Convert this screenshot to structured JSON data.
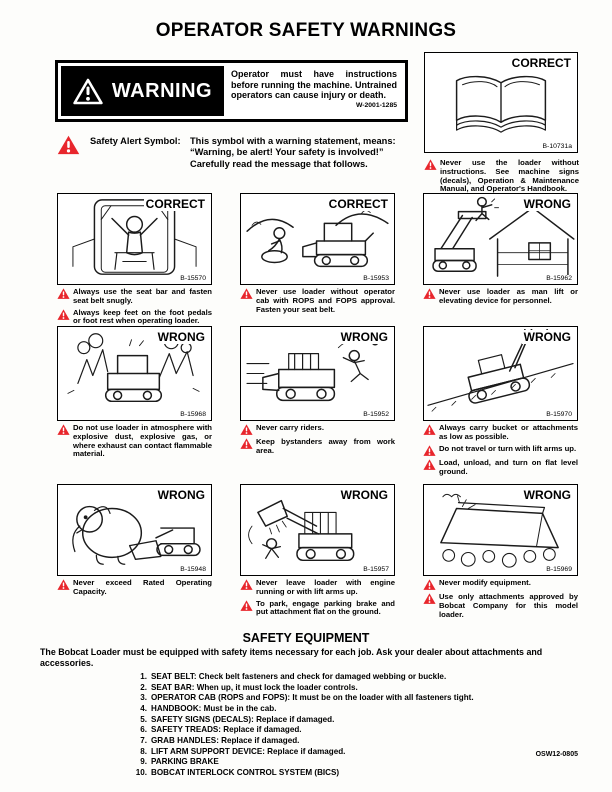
{
  "page": {
    "title": "OPERATOR SAFETY WARNINGS",
    "footer_code": "OSW12-0805"
  },
  "warning_box": {
    "label": "WARNING",
    "text": "Operator must have instructions before running the machine. Untrained operators can cause injury or death.",
    "code": "W-2001-1285"
  },
  "safety_alert": {
    "label": "Safety Alert Symbol:",
    "text": "This symbol with a warning statement, means: “Warning, be alert! Your safety is involved!” Carefully read the message that follows."
  },
  "book_panel": {
    "verdict": "CORRECT",
    "figure_code": "B-10731a",
    "illustration": "open-handbook",
    "captions": [
      "Never use the loader without instructions. See machine signs (decals), Operation & Maintenance Manual, and Operator's Handbook."
    ]
  },
  "panels": [
    {
      "verdict": "CORRECT",
      "figure_code": "B-15570",
      "illustration": "operator-in-cab",
      "captions": [
        "Always use the seat bar and fasten seat belt snugly.",
        "Always keep feet on the foot pedals or foot rest when operating loader."
      ]
    },
    {
      "verdict": "CORRECT",
      "figure_code": "B-15953",
      "illustration": "loader-with-cab",
      "captions": [
        "Never use loader without operator cab with ROPS and FOPS approval. Fasten your seat belt."
      ]
    },
    {
      "verdict": "WRONG",
      "figure_code": "B-15962",
      "illustration": "man-lift-roof",
      "captions": [
        "Never use loader as man lift or elevating device for personnel."
      ]
    },
    {
      "verdict": "WRONG",
      "figure_code": "B-15968",
      "illustration": "explosive-atmosphere",
      "captions": [
        "Do not use loader in atmosphere with explosive dust, explosive gas, or where exhaust can contact flammable material."
      ]
    },
    {
      "verdict": "WRONG",
      "figure_code": "B-15952",
      "illustration": "carrying-riders",
      "captions": [
        "Never carry riders.",
        "Keep bystanders away from work area."
      ]
    },
    {
      "verdict": "WRONG",
      "figure_code": "B-15970",
      "illustration": "lift-arms-up-slope",
      "captions": [
        "Always carry bucket or attachments as low as possible.",
        "Do not travel or turn with lift arms up.",
        "Load, unload, and turn on flat level ground."
      ]
    },
    {
      "verdict": "WRONG",
      "figure_code": "B-15948",
      "illustration": "elephant-overload",
      "captions": [
        "Never exceed Rated Operating Capacity."
      ]
    },
    {
      "verdict": "WRONG",
      "figure_code": "B-15957",
      "illustration": "engine-running-arms-up",
      "captions": [
        "Never leave loader with engine running or with lift arms up.",
        "To park, engage parking brake and put attachment flat on the ground."
      ]
    },
    {
      "verdict": "WRONG",
      "figure_code": "B-15969",
      "illustration": "modified-bucket",
      "captions": [
        "Never modify equipment.",
        "Use only attachments approved by Bobcat Company for this model loader."
      ]
    }
  ],
  "safety_equipment": {
    "heading": "SAFETY EQUIPMENT",
    "intro_line1": "The Bobcat Loader must be equipped with safety items necessary for each job. Ask your dealer about attachments and",
    "intro_line2": "accessories.",
    "items": [
      "SEAT BELT: Check belt fasteners and check for damaged webbing or buckle.",
      "SEAT BAR: When up, it must lock the loader controls.",
      "OPERATOR CAB (ROPS and FOPS): It must be on the loader with all fasteners tight.",
      "HANDBOOK: Must be in the cab.",
      "SAFETY SIGNS (DECALS): Replace if damaged.",
      "SAFETY TREADS: Replace if damaged.",
      "GRAB HANDLES: Replace if damaged.",
      "LIFT ARM SUPPORT DEVICE: Replace if damaged.",
      "PARKING BRAKE",
      "BOBCAT INTERLOCK CONTROL SYSTEM (BICS)"
    ]
  },
  "colors": {
    "alert_red": "#e8262c",
    "ink": "#000000"
  }
}
